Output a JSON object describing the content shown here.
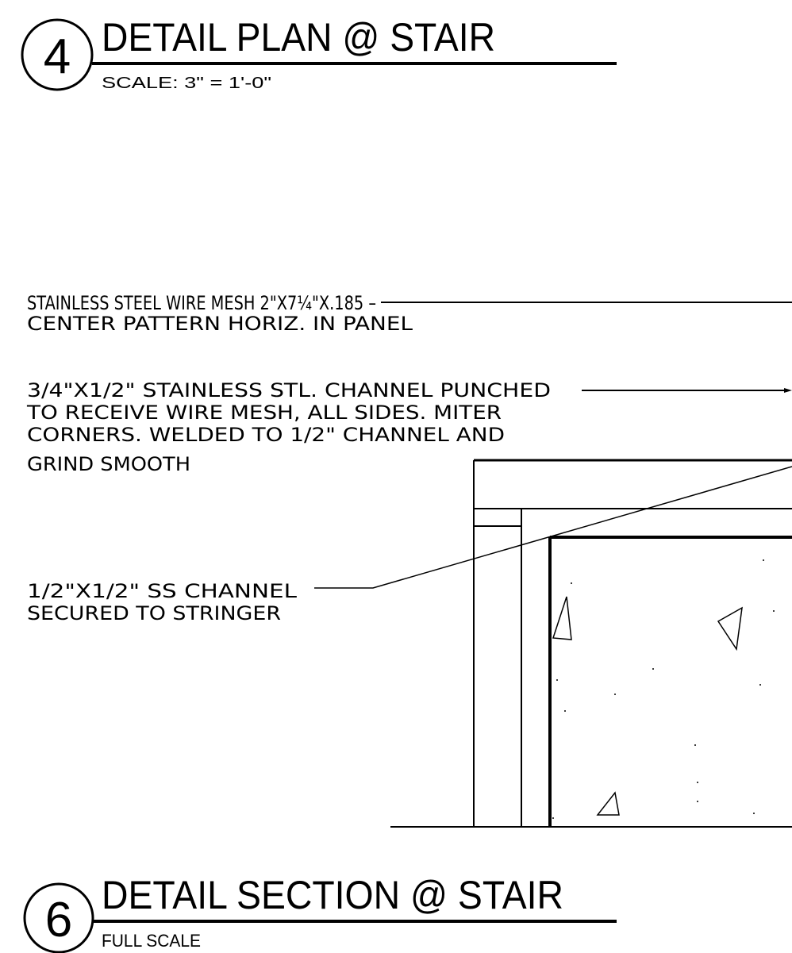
{
  "detail_plan": {
    "number": "4",
    "title": "DETAIL PLAN @ STAIR",
    "scale": "SCALE: 3\" = 1'-0\""
  },
  "notes": {
    "wire_mesh_line1": "STAINLESS STEEL WIRE MESH 2\"X7¼\"X.185 –",
    "wire_mesh_line2": "CENTER PATTERN HORIZ. IN PANEL",
    "channel_line1": "3/4\"X1/2\" STAINLESS STL. CHANNEL PUNCHED",
    "channel_line2": "TO RECEIVE WIRE MESH, ALL SIDES. MITER",
    "channel_line3": "CORNERS. WELDED TO 1/2\" CHANNEL AND",
    "channel_line4": "GRIND SMOOTH",
    "ss_channel_line1": "1/2\"X1/2\" SS CHANNEL",
    "ss_channel_line2": "SECURED TO STRINGER"
  },
  "detail_section": {
    "number": "6",
    "title": "DETAIL SECTION @ STAIR",
    "scale": "FULL SCALE"
  },
  "colors": {
    "ink": "#000000",
    "paper": "#ffffff"
  }
}
